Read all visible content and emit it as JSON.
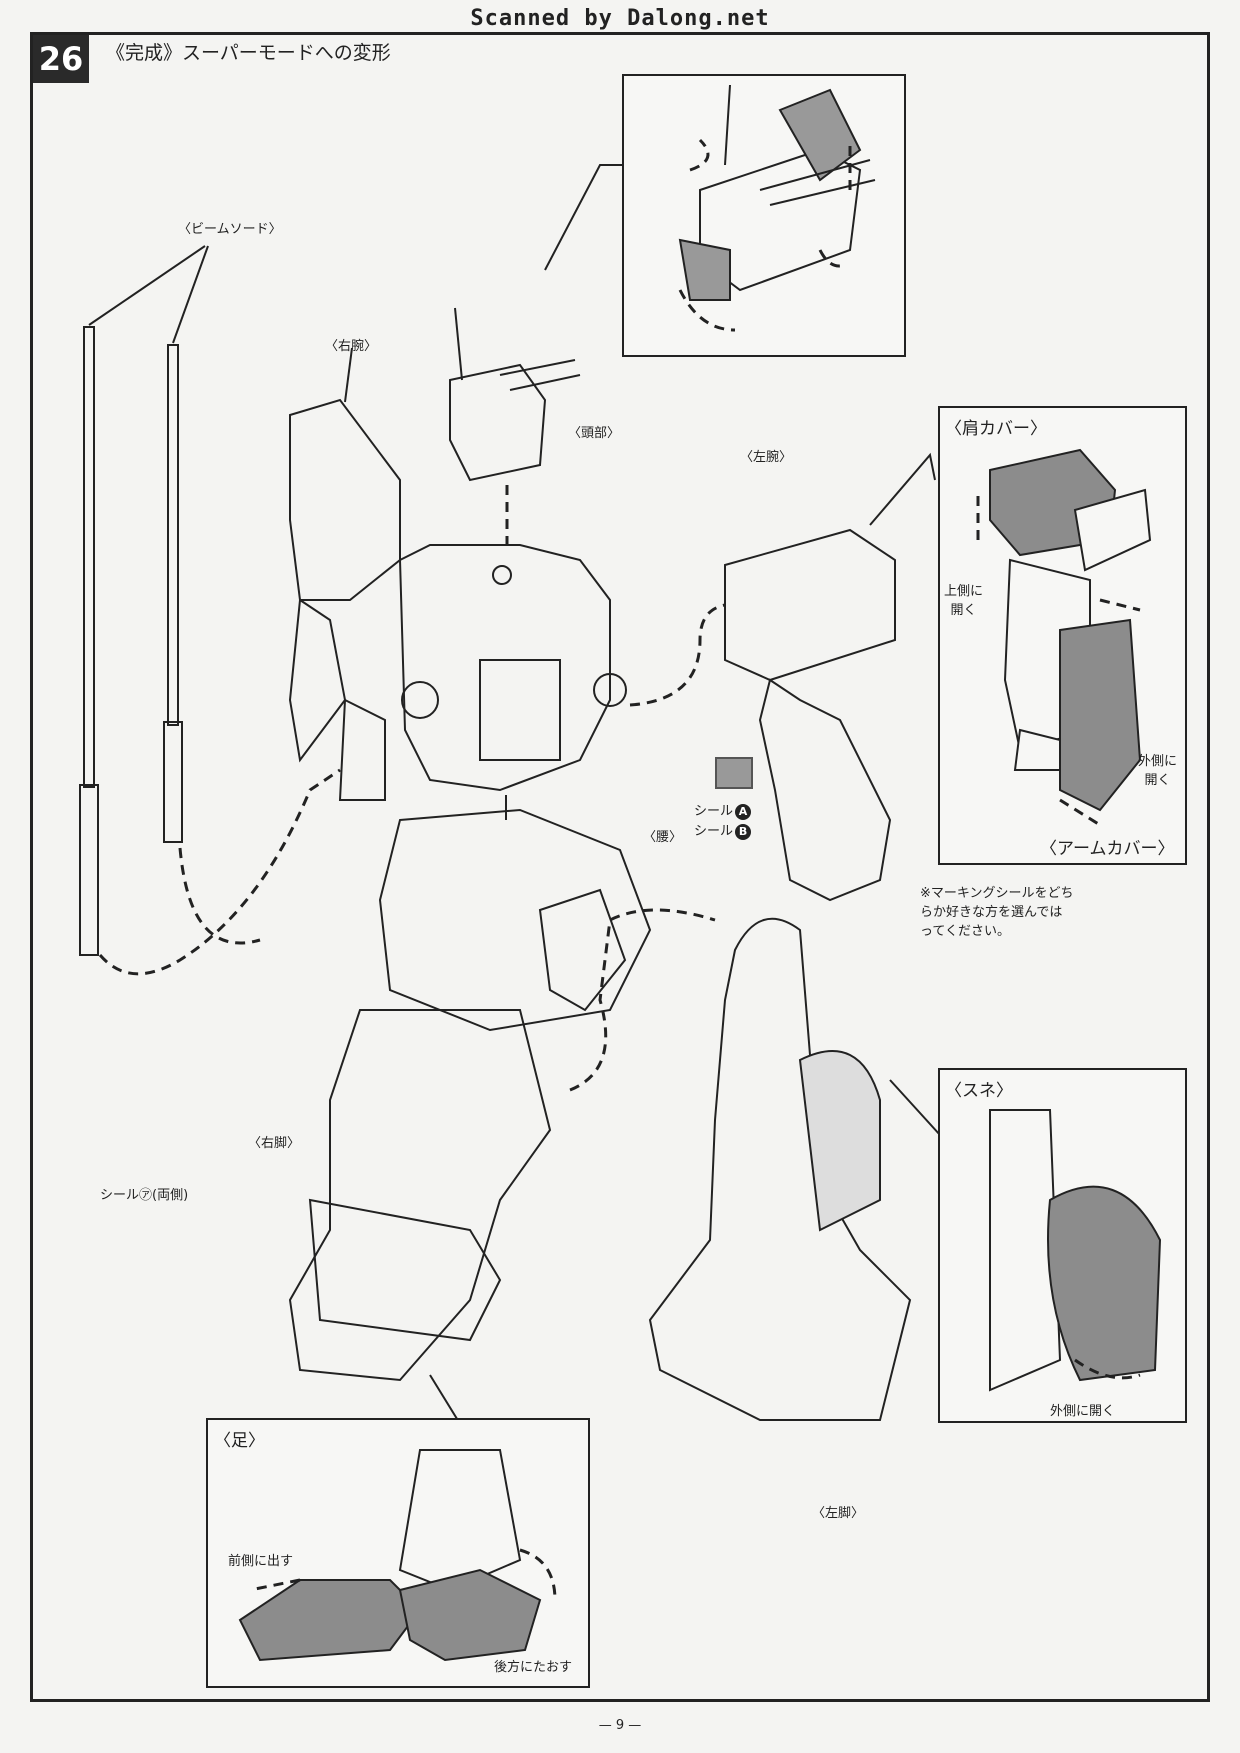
{
  "header": {
    "scan_credit": "Scanned by Dalong.net"
  },
  "step": {
    "number": "26",
    "title": "《完成》スーパーモードへの変形"
  },
  "labels": {
    "beam_sword": "〈ビームソード〉",
    "right_arm": "〈右腕〉",
    "head": "〈頭部〉",
    "left_arm": "〈左腕〉",
    "waist": "〈腰〉",
    "right_leg": "〈右脚〉",
    "left_leg": "〈左脚〉",
    "seal_a_prefix": "シール",
    "seal_a_mark": "A",
    "seal_b_prefix": "シール",
    "seal_b_mark": "B",
    "seal_ya": "シール㋐(両側)"
  },
  "shoulder_box": {
    "title": "〈肩カバー〉",
    "open_up": "上側に\n開く",
    "open_out": "外側に\n開く",
    "arm_cover": "〈アームカバー〉"
  },
  "note": "※マーキングシールをどち\nらか好きな方を選んでは\nってください。",
  "shin_box": {
    "title": "〈スネ〉",
    "open_out": "外側に開く"
  },
  "foot_box": {
    "title": "〈足〉",
    "forward": "前側に出す",
    "backward": "後方にたおす"
  },
  "footer": {
    "page": "— 9 —"
  }
}
